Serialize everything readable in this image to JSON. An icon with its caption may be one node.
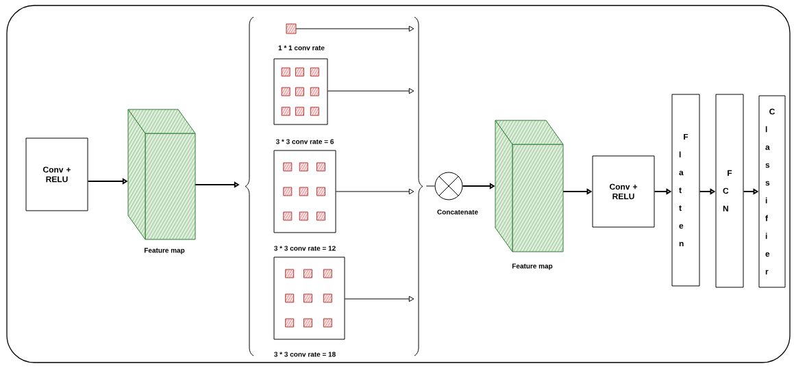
{
  "diagram": {
    "nodes": [
      {
        "text": [
          "Conv + RELU"
        ]
      },
      {
        "text": [],
        "shape": "cuboid",
        "beside": [
          "Feature map"
        ]
      },
      {
        "text": [],
        "shape": "brace"
      },
      {
        "text": [],
        "shape": "box"
      },
      {
        "text": [],
        "shape": "box"
      },
      {
        "text": [],
        "shape": "box"
      },
      {
        "text": [],
        "shape": "box"
      },
      {
        "text": [],
        "shape": "brace"
      },
      {
        "text": [],
        "shape": "circle",
        "beside": [
          "Concatenate"
        ]
      },
      {
        "text": [],
        "shape": "cuboid",
        "beside": [
          "Feature map"
        ]
      },
      {
        "text": [
          "Conv + RELU"
        ]
      },
      {
        "text": [
          "Flatten"
        ]
      },
      {
        "text": [
          "FCN"
        ]
      },
      {
        "text": [
          "Classifier"
        ]
      }
    ],
    "edges": [
      {
        "from": 0,
        "to": 1,
        "arrow": "to"
      },
      {
        "from": 1,
        "to": 2,
        "arrow": "to"
      },
      {
        "from": 3,
        "to": 7,
        "arrow": "to"
      },
      {
        "from": 4,
        "to": 7,
        "arrow": "to"
      },
      {
        "from": 5,
        "to": 7,
        "arrow": "to"
      },
      {
        "from": 6,
        "to": 7,
        "arrow": "to"
      },
      {
        "from": 7,
        "to": 8,
        "arrow": "none"
      },
      {
        "from": 8,
        "to": 9,
        "arrow": "to"
      },
      {
        "from": 9,
        "to": 10,
        "arrow": "to"
      },
      {
        "from": 10,
        "to": 11,
        "arrow": "to"
      },
      {
        "from": 11,
        "to": 12,
        "arrow": "to"
      },
      {
        "from": 12,
        "to": 13,
        "arrow": "to"
      }
    ],
    "labels": [
      "1 * 1 conv rate",
      "3 * 3 conv rate = 6",
      "3 * 3 conv rate = 12",
      "3 * 3 conv rate = 18"
    ]
  }
}
